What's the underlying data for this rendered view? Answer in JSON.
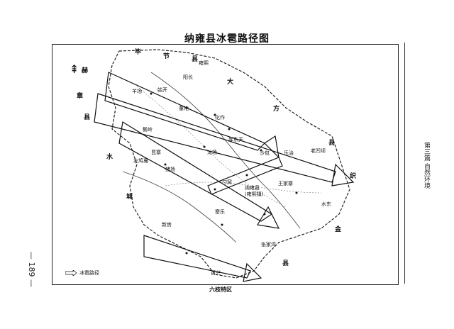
{
  "title": "纳雍县冰雹路径图",
  "page_number": "— 189 —",
  "side_note": "第三篇 自然环境",
  "legend": {
    "label": "冰雹路径"
  },
  "bottom_label": "六枝特区",
  "neighbors": {
    "top": [
      "毕",
      "节",
      "县"
    ],
    "top_right": [
      "大",
      "方",
      "县"
    ],
    "left": [
      "赫",
      "章",
      "县",
      "水",
      "城"
    ],
    "right": [
      "织",
      "金"
    ],
    "bottom_right": [
      "县"
    ]
  },
  "places": [
    {
      "name": "姑开",
      "id": "p1"
    },
    {
      "name": "董地",
      "id": "p2"
    },
    {
      "name": "化作",
      "id": "p3"
    },
    {
      "name": "雍熙",
      "id": "p4"
    },
    {
      "name": "羊场",
      "id": "p5"
    },
    {
      "name": "阳长",
      "id": "p6"
    },
    {
      "name": "猪场",
      "id": "p7"
    },
    {
      "name": "厍东关",
      "id": "p8"
    },
    {
      "name": "龙场",
      "id": "p9"
    },
    {
      "name": "勺窝",
      "id": "p10"
    },
    {
      "name": "纳雍县",
      "id": "p11"
    },
    {
      "name": "(雍熙镇)",
      "id": "p12"
    },
    {
      "name": "沙包",
      "id": "p13"
    },
    {
      "name": "乐治",
      "id": "p14"
    },
    {
      "name": "老凹坝",
      "id": "p15"
    },
    {
      "name": "王家寨",
      "id": "p16"
    },
    {
      "name": "张家湾",
      "id": "p17"
    },
    {
      "name": "新房",
      "id": "p18"
    },
    {
      "name": "百兴",
      "id": "p19"
    },
    {
      "name": "水东",
      "id": "p20"
    },
    {
      "name": "昆寨",
      "id": "p21"
    },
    {
      "name": "左鸠戛",
      "id": "p22"
    },
    {
      "name": "寨乐",
      "id": "p23"
    },
    {
      "name": "鬃岭",
      "id": "p24"
    }
  ],
  "icons": {
    "north": "north-arrow-icon",
    "legend": "hail-path-arrow-icon"
  }
}
